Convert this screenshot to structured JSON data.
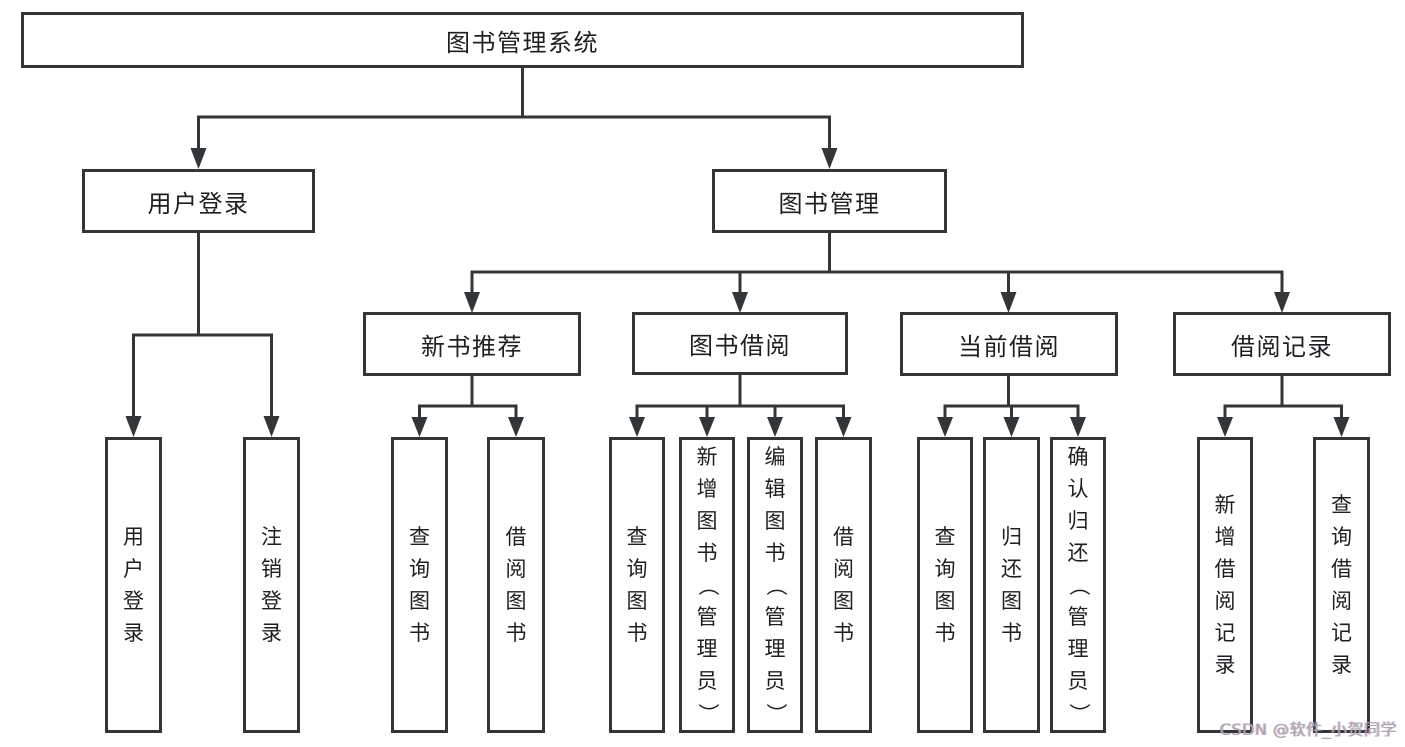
{
  "diagram_title": "图书管理系统",
  "colors": {
    "line": "#333639",
    "box_border": "#333639",
    "text": "#1d1f22",
    "background": "#ffffff",
    "watermark": "#a9a9ad"
  },
  "nodes": {
    "root": "图书管理系统",
    "l2": [
      "用户登录",
      "图书管理"
    ],
    "l3": [
      "新书推荐",
      "图书借阅",
      "当前借阅",
      "借阅记录"
    ],
    "l4": [
      "用户登录",
      "注销登录",
      "查询图书",
      "借阅图书",
      "查询图书",
      "新增图书（管理员）",
      "编辑图书（管理员）",
      "借阅图书",
      "查询图书",
      "归还图书",
      "确认归还（管理员）",
      "新增借阅记录",
      "查询借阅记录"
    ]
  },
  "hierarchy": {
    "图书管理系统": [
      "用户登录",
      "图书管理"
    ],
    "用户登录": [
      "用户登录",
      "注销登录"
    ],
    "图书管理": [
      "新书推荐",
      "图书借阅",
      "当前借阅",
      "借阅记录"
    ],
    "新书推荐": [
      "查询图书",
      "借阅图书"
    ],
    "图书借阅": [
      "查询图书",
      "新增图书（管理员）",
      "编辑图书（管理员）",
      "借阅图书"
    ],
    "当前借阅": [
      "查询图书",
      "归还图书",
      "确认归还（管理员）"
    ],
    "借阅记录": [
      "新增借阅记录",
      "查询借阅记录"
    ]
  },
  "watermark": "CSDN @软件_小贺同学"
}
